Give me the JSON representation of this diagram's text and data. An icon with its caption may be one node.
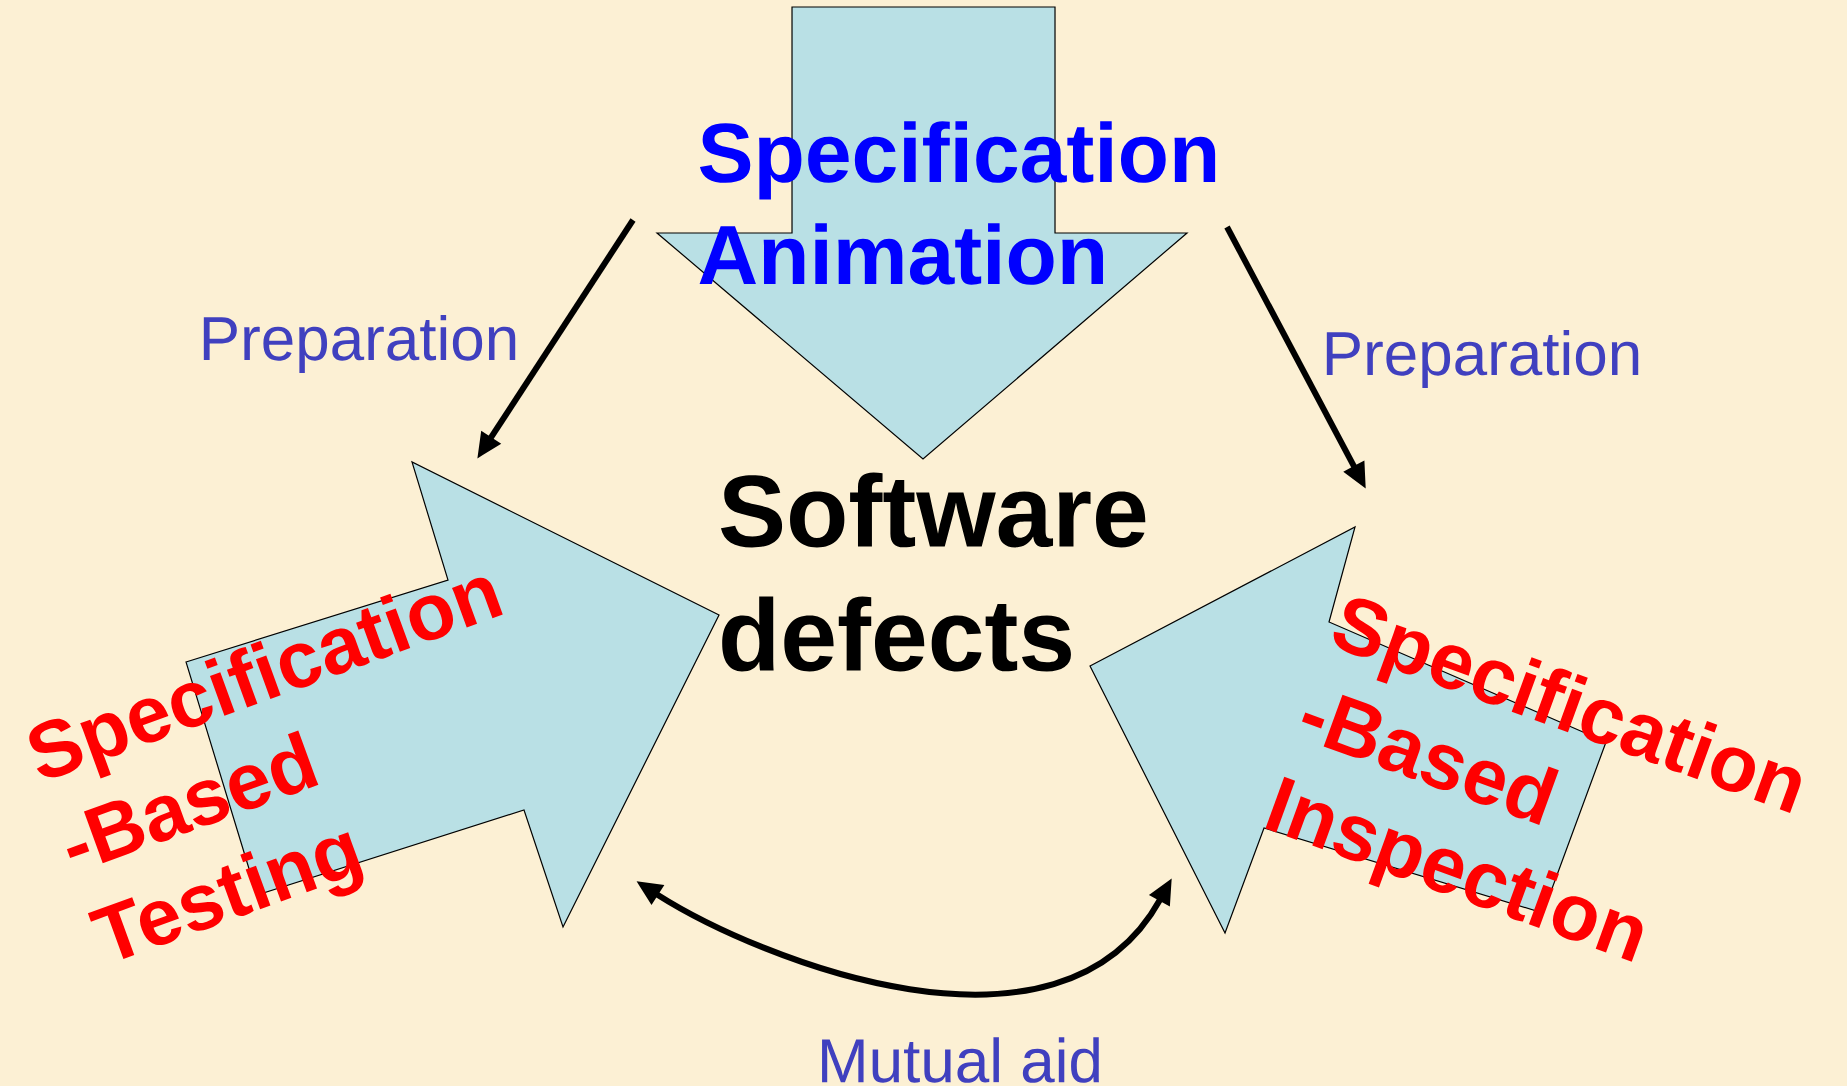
{
  "diagram": {
    "nodes": [
      {
        "text": [
          "Specification Animation"
        ]
      },
      {
        "text": [
          "Software defects"
        ]
      },
      {
        "text": [
          "Specification -Based Testing"
        ]
      },
      {
        "text": [
          "Specification -Based Inspection"
        ]
      }
    ],
    "edges": [
      {
        "from": 0,
        "to": 2,
        "arrow": "to",
        "label": "Preparation"
      },
      {
        "from": 0,
        "to": 3,
        "arrow": "to",
        "label": "Preparation"
      },
      {
        "from": 2,
        "to": 3,
        "arrow": "both",
        "label": "Mutual aid"
      }
    ]
  }
}
